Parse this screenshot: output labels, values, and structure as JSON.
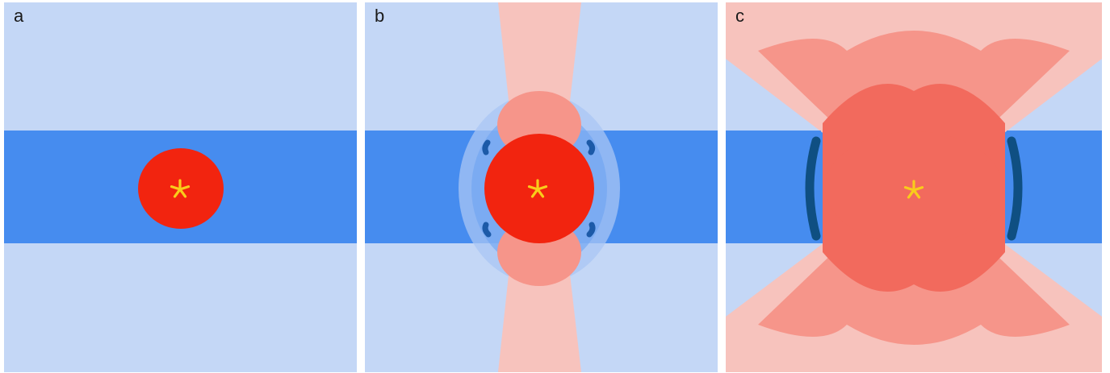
{
  "panels": [
    {
      "label": "a"
    },
    {
      "label": "b"
    },
    {
      "label": "c"
    }
  ],
  "colors": {
    "background_light_blue": "#c4d7f6",
    "band_blue": "#468cef",
    "dark_blue": "#1c5aa8",
    "navy": "#0f4f82",
    "red_core": "#f2240f",
    "red_mid": "#f26a5d",
    "red_light": "#f6958a",
    "red_pale": "#f7c3bd",
    "star_yellow": "#f9cc1b"
  },
  "icons": {
    "marker": "asterisk-star-icon"
  }
}
